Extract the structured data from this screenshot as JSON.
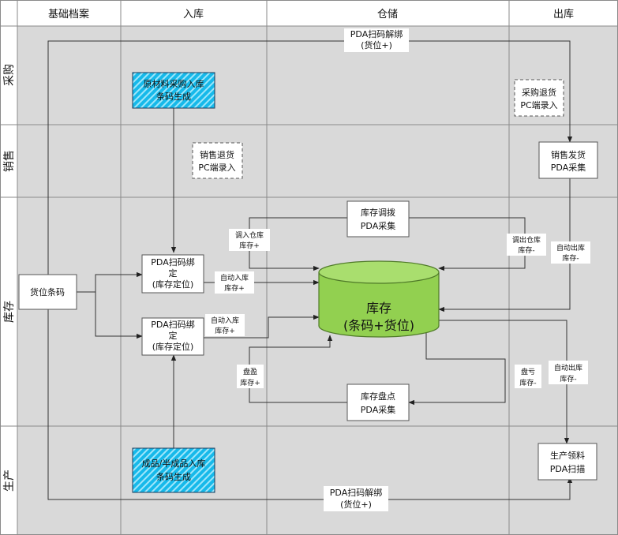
{
  "columns": {
    "basic": "基础档案",
    "inbound": "入库",
    "storage": "仓储",
    "outbound": "出库"
  },
  "lanes": {
    "purchase": "采购",
    "sales": "销售",
    "inventory": "库存",
    "production": "生产"
  },
  "nodes": {
    "raw_material": [
      "原材料采购入库",
      "条码生成"
    ],
    "purchase_return": [
      "采购退货",
      "PC端录入"
    ],
    "sales_return": [
      "销售退货",
      "PC端录入"
    ],
    "sales_shipping": [
      "销售发货",
      "PDA采集"
    ],
    "transfer": [
      "库存调拨",
      "PDA采集"
    ],
    "location_code": "货位条码",
    "pda_bind_1": [
      "PDA扫码绑",
      "定",
      "(库存定位)"
    ],
    "pda_bind_2": [
      "PDA扫码绑",
      "定",
      "(库存定位)"
    ],
    "inventory_db": [
      "库存",
      "(条码+货位)"
    ],
    "stocktake": [
      "库存盘点",
      "PDA采集"
    ],
    "finished_goods": [
      "成品/半成品入库",
      "条码生成"
    ],
    "production_pick": [
      "生产领料",
      "PDA扫描"
    ]
  },
  "labels": {
    "pda_unbind_top": [
      "PDA扫码解绑",
      "(货位+)"
    ],
    "pda_unbind_bottom": [
      "PDA扫码解绑",
      "(货位+)"
    ],
    "transfer_in": [
      "调入仓库",
      "库存+"
    ],
    "transfer_out": [
      "调出仓库",
      "库存-"
    ],
    "auto_out_1": [
      "自动出库",
      "库存-"
    ],
    "auto_in_1": [
      "自动入库",
      "库存+"
    ],
    "auto_in_2": [
      "自动入库",
      "库存+"
    ],
    "surplus": [
      "盘盈",
      "库存+"
    ],
    "loss": [
      "盘亏",
      "库存-"
    ],
    "auto_out_2": [
      "自动出库",
      "库存-"
    ]
  },
  "colors": {
    "lane_bg": "#d9d9d9",
    "header_bg": "#ffffff",
    "grid": "#8a8a8a",
    "line": "#333333",
    "hatch_fill": "#16b9ea",
    "hatch_stripe": "#9ee6fa",
    "cylinder_fill": "#92d050",
    "cylinder_top": "#a9de6e",
    "cylinder_stroke": "#4f7a28",
    "box_border": "#555555"
  }
}
